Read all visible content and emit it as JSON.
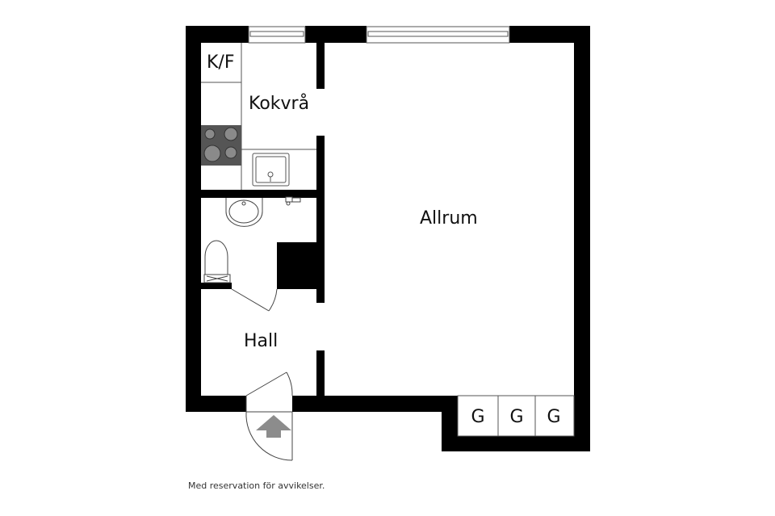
{
  "floorplan": {
    "rooms": {
      "kitchen_nook": "Kokvrå",
      "living_room": "Allrum",
      "hall": "Hall"
    },
    "fixtures": {
      "fridge_freezer": "K/F",
      "wardrobes": [
        "G",
        "G",
        "G"
      ]
    },
    "icons": {
      "entrance": "entrance-arrow-icon",
      "stove": "stove-icon",
      "sink": "sink-icon",
      "washbasin": "washbasin-icon",
      "toilet": "toilet-icon"
    },
    "colors": {
      "wall": "#000000",
      "stove": "#555555",
      "burner": "#8a8a8a",
      "arrow": "#8c8c8c",
      "line": "#555555"
    }
  },
  "footnote": "Med reservation för avvikelser."
}
